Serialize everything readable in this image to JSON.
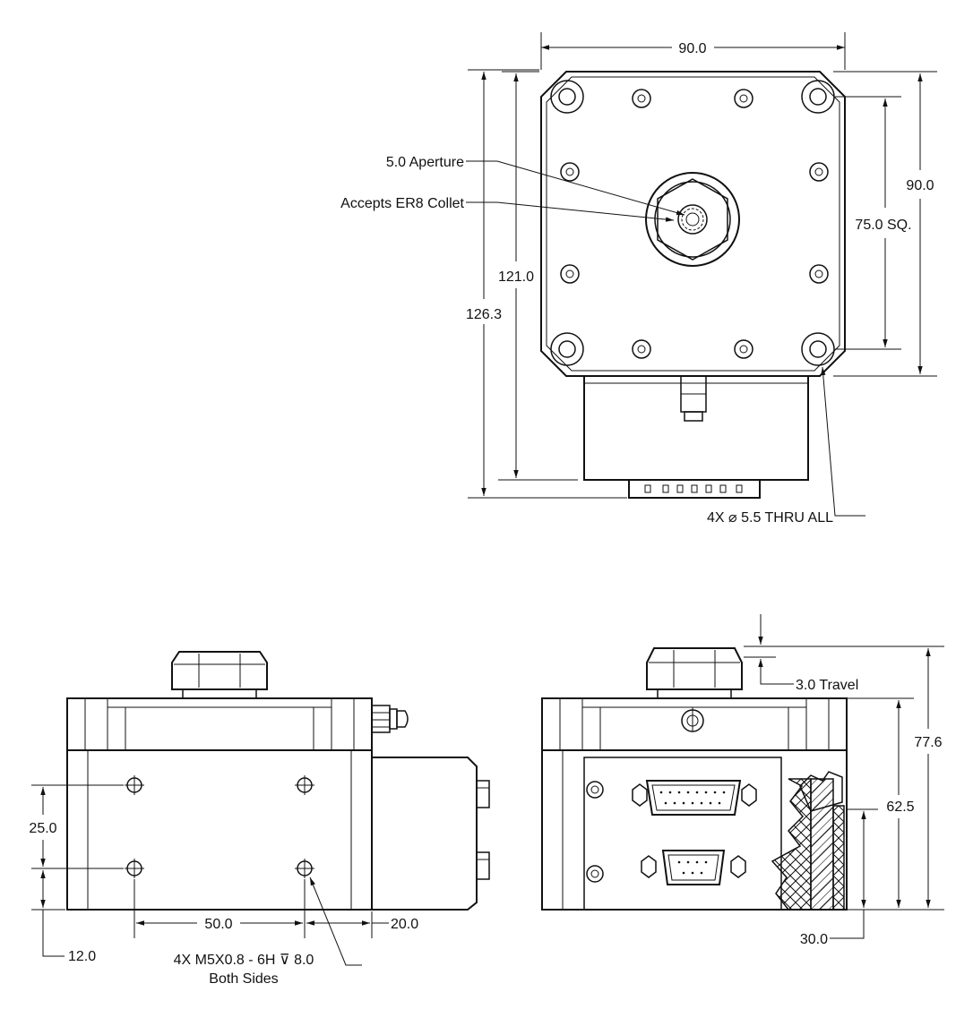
{
  "dimensions": {
    "top_width": "90.0",
    "right_height": "90.0",
    "square": "75.0 SQ.",
    "height_121": "121.0",
    "height_126": "126.3",
    "aperture": "5.0 Aperture",
    "collet": "Accepts ER8 Collet",
    "thru_holes": "4X ⌀ 5.5 THRU ALL",
    "hole_pitch_v": "25.0",
    "hole_offset": "12.0",
    "hole_pitch_h": "50.0",
    "side_offset": "20.0",
    "tapped_holes": "4X M5X0.8 - 6H ⊽ 8.0",
    "both_sides": "Both Sides",
    "travel": "3.0 Travel",
    "height_77": "77.6",
    "height_62": "62.5",
    "height_30": "30.0"
  }
}
